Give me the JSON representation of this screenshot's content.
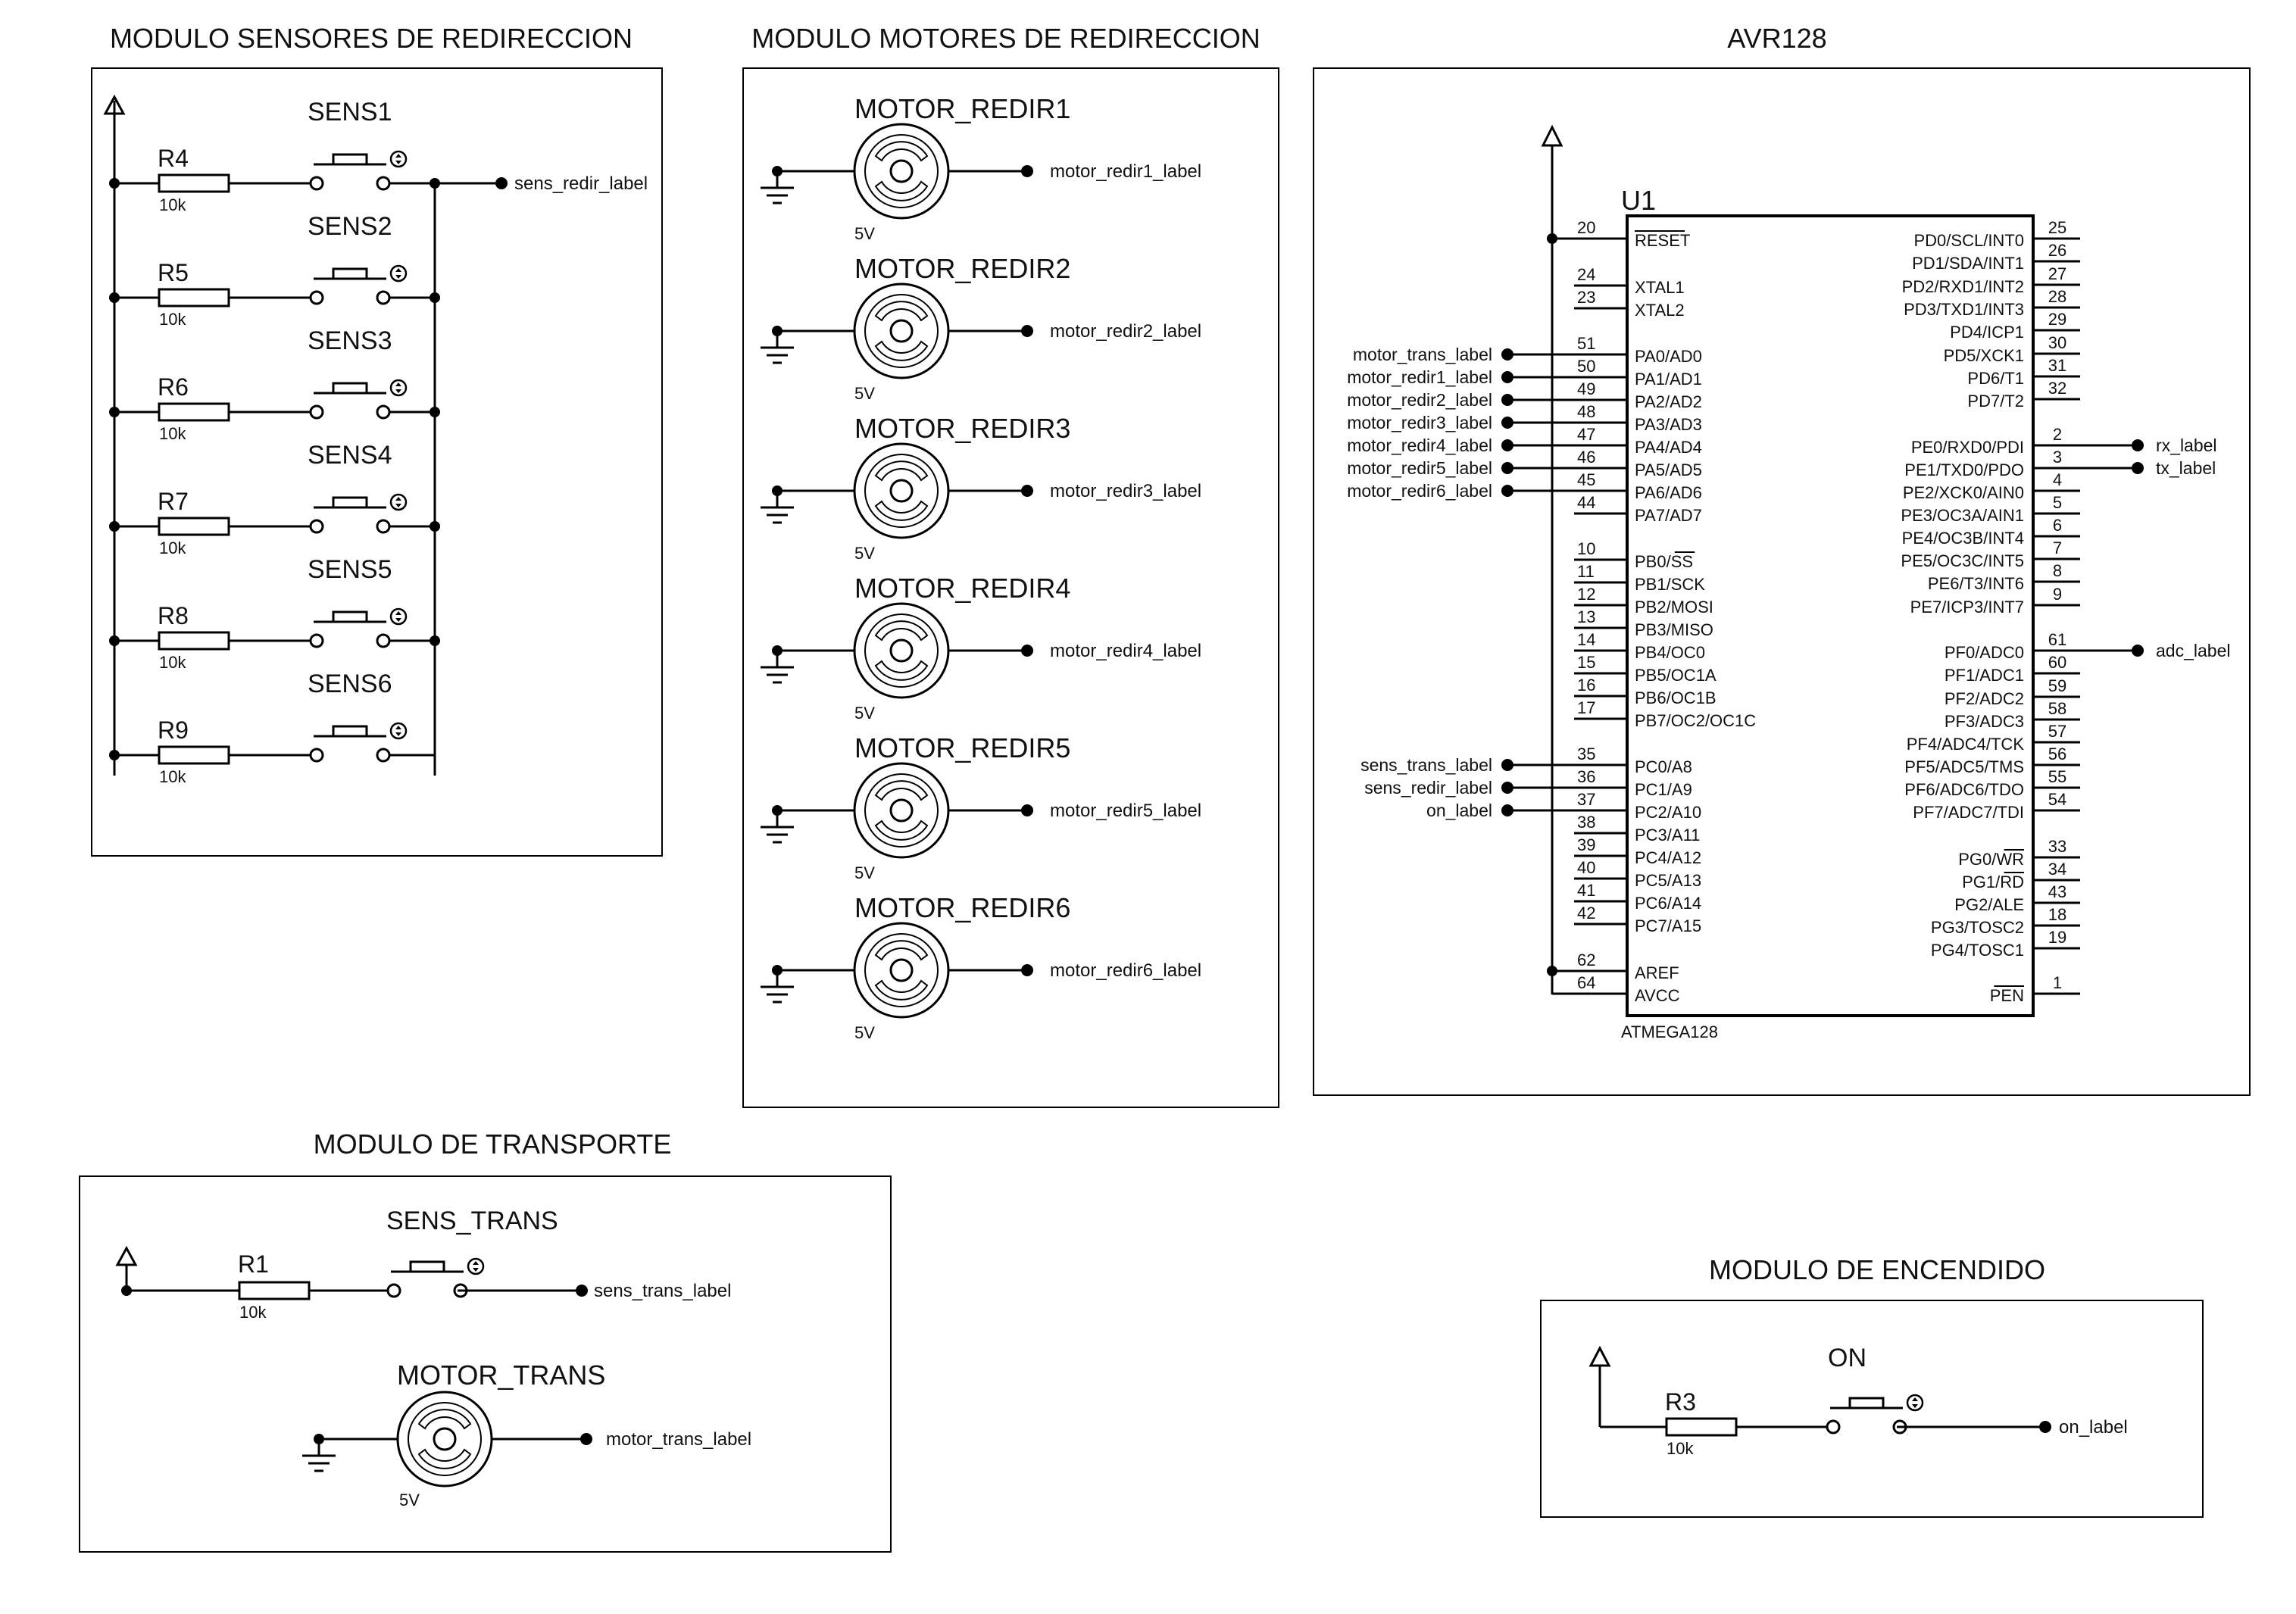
{
  "modules": {
    "sensors": {
      "title": "MODULO SENSORES DE REDIRECCION",
      "output_net": "sens_redir_label",
      "rows": [
        {
          "switch": "SENS1",
          "resistor": "R4",
          "value": "10k"
        },
        {
          "switch": "SENS2",
          "resistor": "R5",
          "value": "10k"
        },
        {
          "switch": "SENS3",
          "resistor": "R6",
          "value": "10k"
        },
        {
          "switch": "SENS4",
          "resistor": "R7",
          "value": "10k"
        },
        {
          "switch": "SENS5",
          "resistor": "R8",
          "value": "10k"
        },
        {
          "switch": "SENS6",
          "resistor": "R9",
          "value": "10k"
        }
      ]
    },
    "motors": {
      "title": "MODULO MOTORES DE REDIRECCION",
      "motors": [
        {
          "name": "MOTOR_REDIR1",
          "net": "motor_redir1_label",
          "voltage": "5V"
        },
        {
          "name": "MOTOR_REDIR2",
          "net": "motor_redir2_label",
          "voltage": "5V"
        },
        {
          "name": "MOTOR_REDIR3",
          "net": "motor_redir3_label",
          "voltage": "5V"
        },
        {
          "name": "MOTOR_REDIR4",
          "net": "motor_redir4_label",
          "voltage": "5V"
        },
        {
          "name": "MOTOR_REDIR5",
          "net": "motor_redir5_label",
          "voltage": "5V"
        },
        {
          "name": "MOTOR_REDIR6",
          "net": "motor_redir6_label",
          "voltage": "5V"
        }
      ]
    },
    "avr": {
      "title": "AVR128",
      "ref": "U1",
      "part": "ATMEGA128",
      "left_pins": [
        {
          "num": "20",
          "name": "RESET",
          "over": "RESET",
          "net": ""
        },
        {
          "num": "24",
          "name": "XTAL1",
          "net": ""
        },
        {
          "num": "23",
          "name": "XTAL2",
          "net": ""
        },
        {
          "num": "51",
          "name": "PA0/AD0",
          "net": "motor_trans_label"
        },
        {
          "num": "50",
          "name": "PA1/AD1",
          "net": "motor_redir1_label"
        },
        {
          "num": "49",
          "name": "PA2/AD2",
          "net": "motor_redir2_label"
        },
        {
          "num": "48",
          "name": "PA3/AD3",
          "net": "motor_redir3_label"
        },
        {
          "num": "47",
          "name": "PA4/AD4",
          "net": "motor_redir4_label"
        },
        {
          "num": "46",
          "name": "PA5/AD5",
          "net": "motor_redir5_label"
        },
        {
          "num": "45",
          "name": "PA6/AD6",
          "net": "motor_redir6_label"
        },
        {
          "num": "44",
          "name": "PA7/AD7",
          "net": ""
        },
        {
          "num": "10",
          "name": "PB0/SS",
          "over": "SS",
          "net": ""
        },
        {
          "num": "11",
          "name": "PB1/SCK",
          "net": ""
        },
        {
          "num": "12",
          "name": "PB2/MOSI",
          "net": ""
        },
        {
          "num": "13",
          "name": "PB3/MISO",
          "net": ""
        },
        {
          "num": "14",
          "name": "PB4/OC0",
          "net": ""
        },
        {
          "num": "15",
          "name": "PB5/OC1A",
          "net": ""
        },
        {
          "num": "16",
          "name": "PB6/OC1B",
          "net": ""
        },
        {
          "num": "17",
          "name": "PB7/OC2/OC1C",
          "net": ""
        },
        {
          "num": "35",
          "name": "PC0/A8",
          "net": "sens_trans_label"
        },
        {
          "num": "36",
          "name": "PC1/A9",
          "net": "sens_redir_label"
        },
        {
          "num": "37",
          "name": "PC2/A10",
          "net": "on_label"
        },
        {
          "num": "38",
          "name": "PC3/A11",
          "net": ""
        },
        {
          "num": "39",
          "name": "PC4/A12",
          "net": ""
        },
        {
          "num": "40",
          "name": "PC5/A13",
          "net": ""
        },
        {
          "num": "41",
          "name": "PC6/A14",
          "net": ""
        },
        {
          "num": "42",
          "name": "PC7/A15",
          "net": ""
        },
        {
          "num": "62",
          "name": "AREF",
          "net": ""
        },
        {
          "num": "64",
          "name": "AVCC",
          "net": ""
        }
      ],
      "right_pins": [
        {
          "num": "25",
          "name": "PD0/SCL/INT0",
          "net": ""
        },
        {
          "num": "26",
          "name": "PD1/SDA/INT1",
          "net": ""
        },
        {
          "num": "27",
          "name": "PD2/RXD1/INT2",
          "net": ""
        },
        {
          "num": "28",
          "name": "PD3/TXD1/INT3",
          "net": ""
        },
        {
          "num": "29",
          "name": "PD4/ICP1",
          "net": ""
        },
        {
          "num": "30",
          "name": "PD5/XCK1",
          "net": ""
        },
        {
          "num": "31",
          "name": "PD6/T1",
          "net": ""
        },
        {
          "num": "32",
          "name": "PD7/T2",
          "net": ""
        },
        {
          "num": "2",
          "name": "PE0/RXD0/PDI",
          "net": "rx_label"
        },
        {
          "num": "3",
          "name": "PE1/TXD0/PDO",
          "net": "tx_label"
        },
        {
          "num": "4",
          "name": "PE2/XCK0/AIN0",
          "net": ""
        },
        {
          "num": "5",
          "name": "PE3/OC3A/AIN1",
          "net": ""
        },
        {
          "num": "6",
          "name": "PE4/OC3B/INT4",
          "net": ""
        },
        {
          "num": "7",
          "name": "PE5/OC3C/INT5",
          "net": ""
        },
        {
          "num": "8",
          "name": "PE6/T3/INT6",
          "net": ""
        },
        {
          "num": "9",
          "name": "PE7/ICP3/INT7",
          "net": ""
        },
        {
          "num": "61",
          "name": "PF0/ADC0",
          "net": "adc_label"
        },
        {
          "num": "60",
          "name": "PF1/ADC1",
          "net": ""
        },
        {
          "num": "59",
          "name": "PF2/ADC2",
          "net": ""
        },
        {
          "num": "58",
          "name": "PF3/ADC3",
          "net": ""
        },
        {
          "num": "57",
          "name": "PF4/ADC4/TCK",
          "net": ""
        },
        {
          "num": "56",
          "name": "PF5/ADC5/TMS",
          "net": ""
        },
        {
          "num": "55",
          "name": "PF6/ADC6/TDO",
          "net": ""
        },
        {
          "num": "54",
          "name": "PF7/ADC7/TDI",
          "net": ""
        },
        {
          "num": "33",
          "name": "PG0/WR",
          "over": "WR",
          "net": ""
        },
        {
          "num": "34",
          "name": "PG1/RD",
          "over": "RD",
          "net": ""
        },
        {
          "num": "43",
          "name": "PG2/ALE",
          "net": ""
        },
        {
          "num": "18",
          "name": "PG3/TOSC2",
          "net": ""
        },
        {
          "num": "19",
          "name": "PG4/TOSC1",
          "net": ""
        },
        {
          "num": "1",
          "name": "PEN",
          "over": "PEN",
          "net": ""
        }
      ]
    },
    "transport": {
      "title": "MODULO DE TRANSPORTE",
      "switch": "SENS_TRANS",
      "resistor": "R1",
      "value": "10k",
      "switch_net": "sens_trans_label",
      "motor": "MOTOR_TRANS",
      "motor_net": "motor_trans_label",
      "voltage": "5V"
    },
    "power": {
      "title": "MODULO DE ENCENDIDO",
      "switch": "ON",
      "resistor": "R3",
      "value": "10k",
      "net": "on_label"
    }
  }
}
